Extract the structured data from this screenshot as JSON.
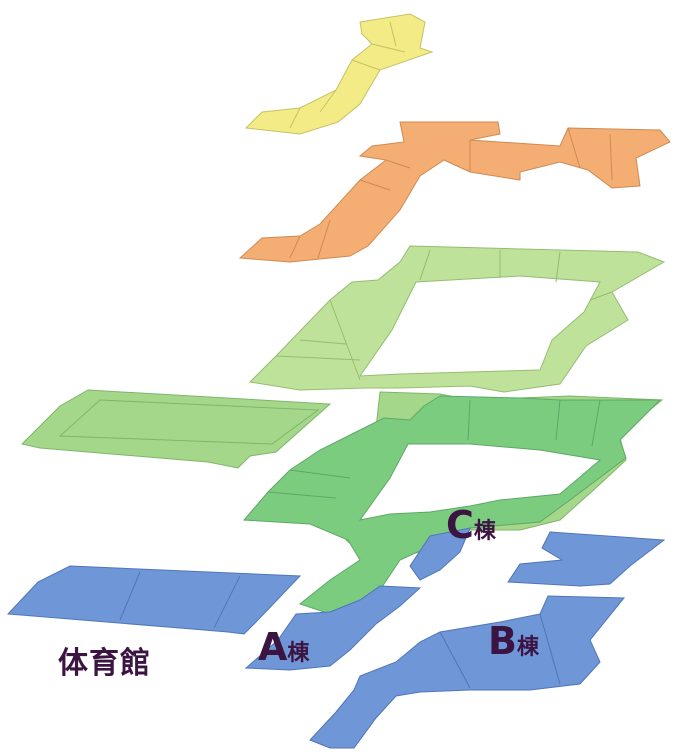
{
  "labels": {
    "gymnasium": "体育館",
    "building_a_letter": "A",
    "building_a_suffix": "棟",
    "building_b_letter": "B",
    "building_b_suffix": "棟",
    "building_c_letter": "C",
    "building_c_suffix": "棟"
  },
  "colors": {
    "floor_blue": "#6f96d6",
    "floor_green_dark": "#7ccc80",
    "floor_green_mid": "#a4d78a",
    "floor_green_light": "#bfe29a",
    "floor_orange": "#f4ae73",
    "floor_yellow": "#f3ec86",
    "label_text": "#3b1442"
  }
}
